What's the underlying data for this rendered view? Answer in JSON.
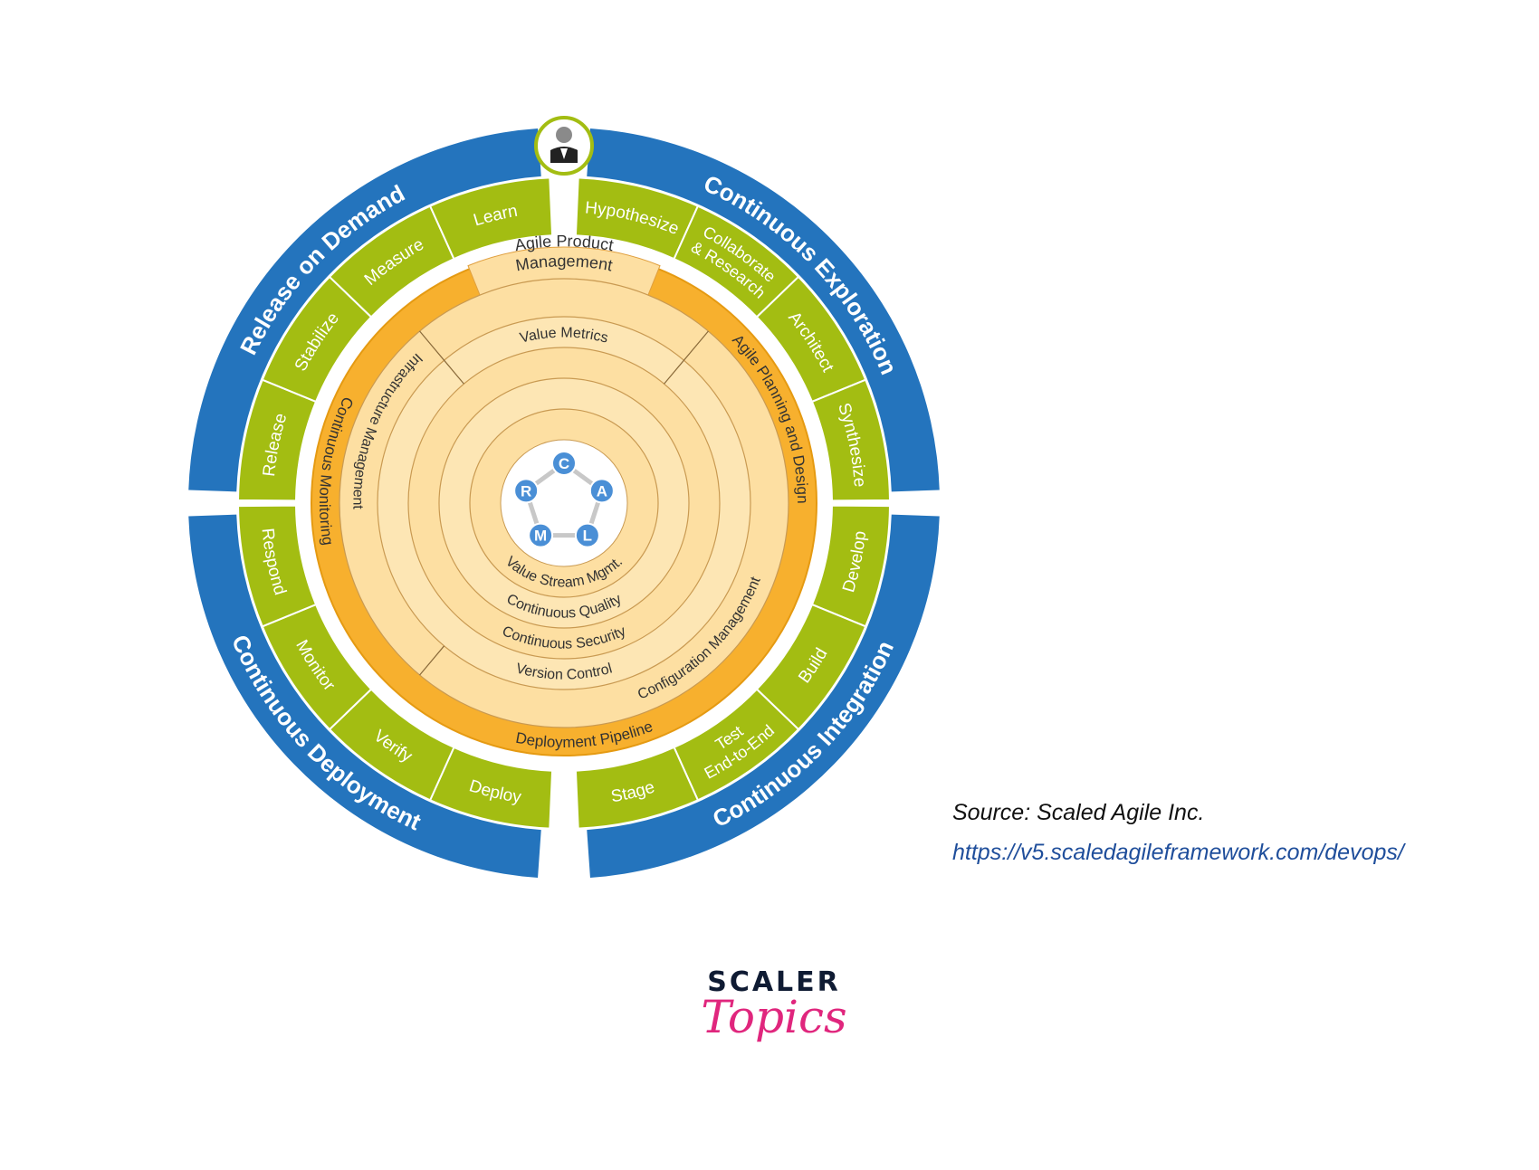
{
  "diagram": {
    "quadrants": [
      "Continuous Exploration",
      "Continuous Integration",
      "Continuous Deployment",
      "Release on Demand"
    ],
    "activities": [
      [
        "Hypothesize",
        "Collaborate & Research",
        "Architect",
        "Synthesize"
      ],
      [
        "Develop",
        "Build",
        "Test End-to-End",
        "Stage"
      ],
      [
        "Deploy",
        "Verify",
        "Monitor",
        "Respond"
      ],
      [
        "Release",
        "Stabilize",
        "Measure",
        "Learn"
      ]
    ],
    "orange_ring": [
      "Agile Planning and Design",
      "Deployment Pipeline",
      "Continuous Monitoring"
    ],
    "tab_label": [
      "Agile Product",
      "Management"
    ],
    "inner_rings": {
      "infrastructure": "Infrastructure Management",
      "configuration": "Configuration Management",
      "value_metrics": "Value Metrics",
      "version_control": "Version Control",
      "security": "Continuous Security",
      "quality": "Continuous Quality",
      "value_stream": "Value Stream Mgmt."
    },
    "calms": [
      "C",
      "A",
      "L",
      "M",
      "R"
    ],
    "colors": {
      "blue": "#2474bd",
      "green": "#a3bd12",
      "orange": "#f7b02e",
      "light": "#fddfa2",
      "calms": "#4a8fd6"
    }
  },
  "source": {
    "label": "Source: Scaled Agile Inc.",
    "url": "https://v5.scaledagileframework.com/devops/"
  },
  "logo": {
    "top": "SCALER",
    "bottom": "Topics"
  }
}
